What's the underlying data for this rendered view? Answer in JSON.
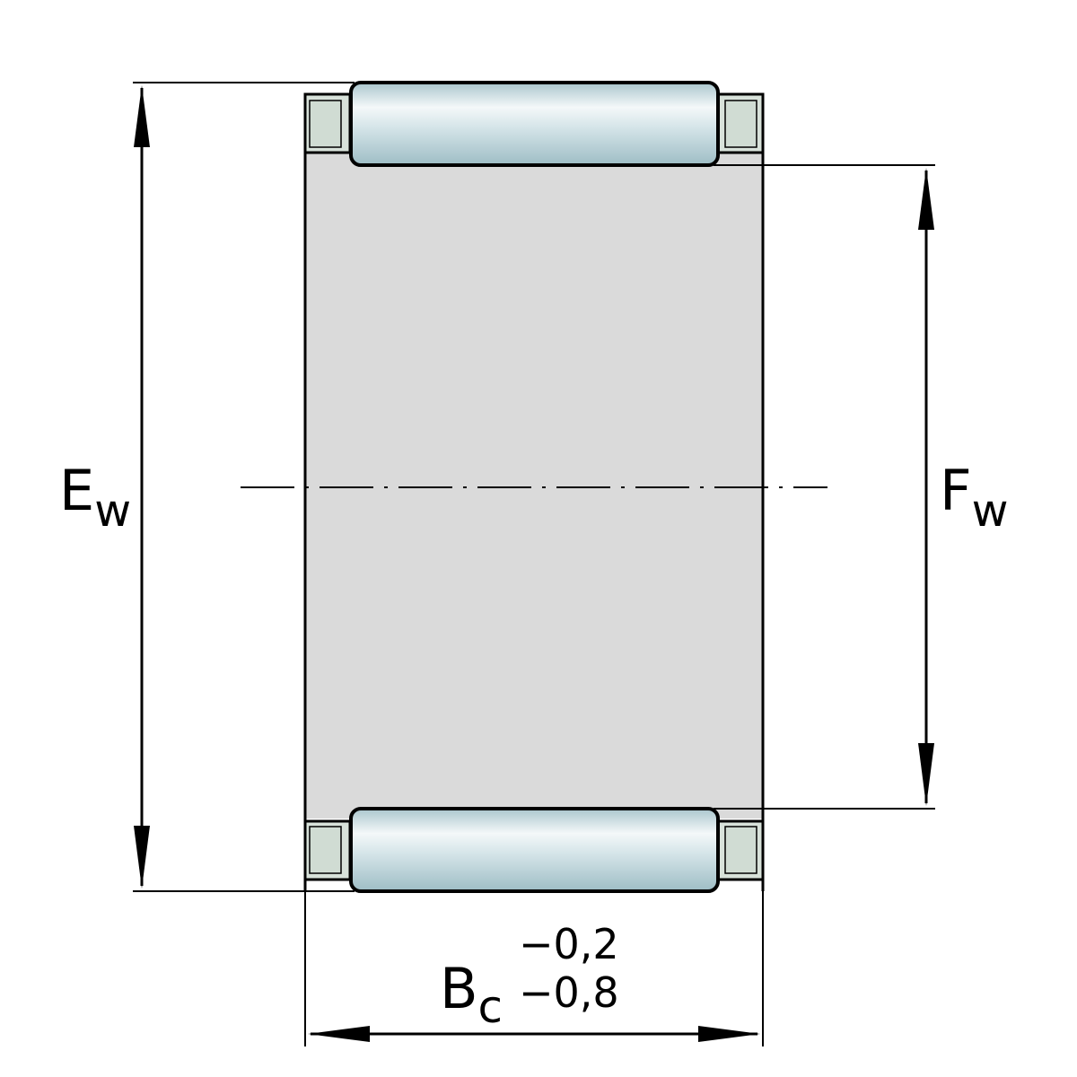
{
  "dimensions": {
    "ew": {
      "symbol": "E",
      "subscript": "w"
    },
    "fw": {
      "symbol": "F",
      "subscript": "w"
    },
    "bc": {
      "symbol": "B",
      "subscript": "c",
      "tol_upper": "−0,2",
      "tol_lower": "−0,8"
    }
  },
  "colors": {
    "line": "#000000",
    "bore_fill": "#dadada",
    "cage_fill": "#d8e2da",
    "roller_light": "#f4f8f9",
    "roller_mid": "#c9dde2",
    "roller_dark": "#9fbec6"
  }
}
